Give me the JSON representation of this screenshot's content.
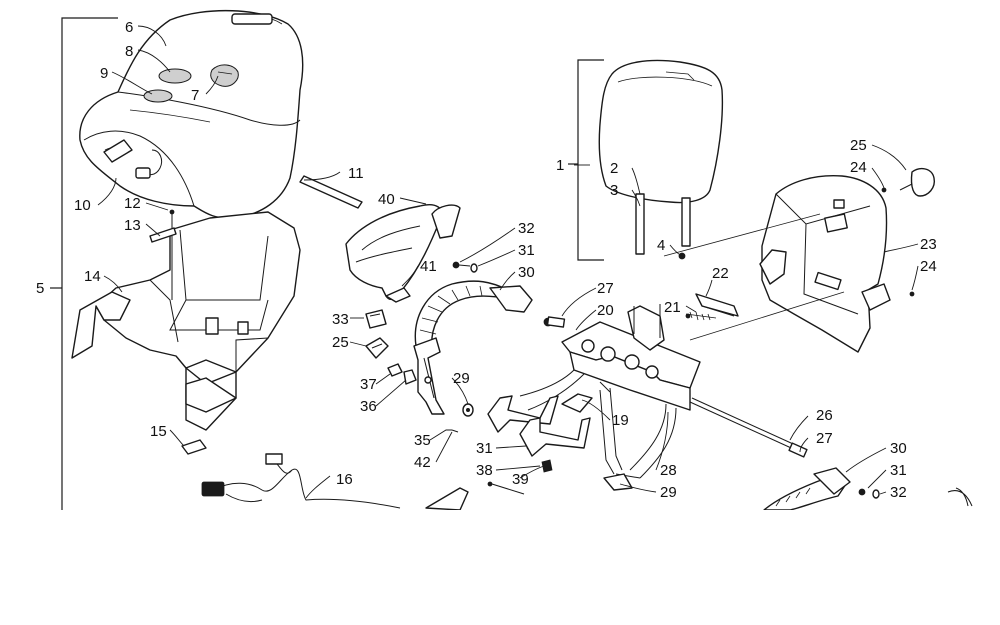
{
  "diagram": {
    "callouts": [
      "6",
      "8",
      "9",
      "7",
      "10",
      "12",
      "13",
      "5",
      "14",
      "15",
      "11",
      "40",
      "41",
      "16",
      "32",
      "31",
      "30",
      "33",
      "25",
      "37",
      "36",
      "29",
      "35",
      "42",
      "31",
      "38",
      "39",
      "27",
      "20",
      "19",
      "28",
      "1",
      "2",
      "3",
      "4",
      "25",
      "24",
      "23",
      "24",
      "22",
      "21",
      "26",
      "27",
      "30",
      "31",
      "32",
      "29"
    ]
  }
}
